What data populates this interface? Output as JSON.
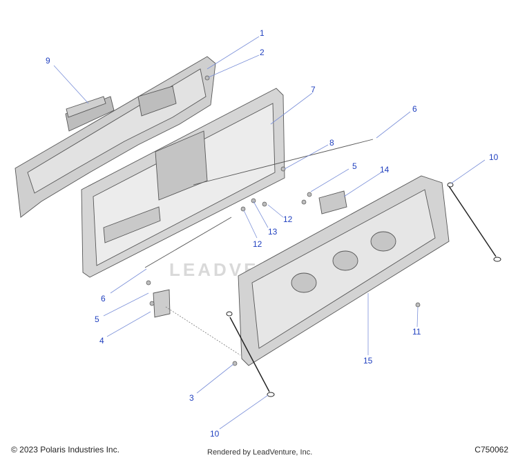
{
  "watermark": "LEADVENTURE",
  "callouts": [
    {
      "id": "1",
      "label": "1"
    },
    {
      "id": "2",
      "label": "2"
    },
    {
      "id": "9",
      "label": "9"
    },
    {
      "id": "7",
      "label": "7"
    },
    {
      "id": "6a",
      "label": "6"
    },
    {
      "id": "8",
      "label": "8"
    },
    {
      "id": "5a",
      "label": "5"
    },
    {
      "id": "14",
      "label": "14"
    },
    {
      "id": "10a",
      "label": "10"
    },
    {
      "id": "12a",
      "label": "12"
    },
    {
      "id": "13",
      "label": "13"
    },
    {
      "id": "12b",
      "label": "12"
    },
    {
      "id": "6b",
      "label": "6"
    },
    {
      "id": "5b",
      "label": "5"
    },
    {
      "id": "4",
      "label": "4"
    },
    {
      "id": "11",
      "label": "11"
    },
    {
      "id": "15",
      "label": "15"
    },
    {
      "id": "3",
      "label": "3"
    },
    {
      "id": "10b",
      "label": "10"
    }
  ],
  "footer": {
    "copyright": "© 2023 Polaris Industries Inc.",
    "rendered": "Rendered by LeadVenture, Inc.",
    "drawing_id": "C750062"
  },
  "colors": {
    "callout": "#1f3fbf",
    "part_fill": "#d8d8d8",
    "part_shade": "#b8b8b8",
    "background": "#ffffff"
  }
}
